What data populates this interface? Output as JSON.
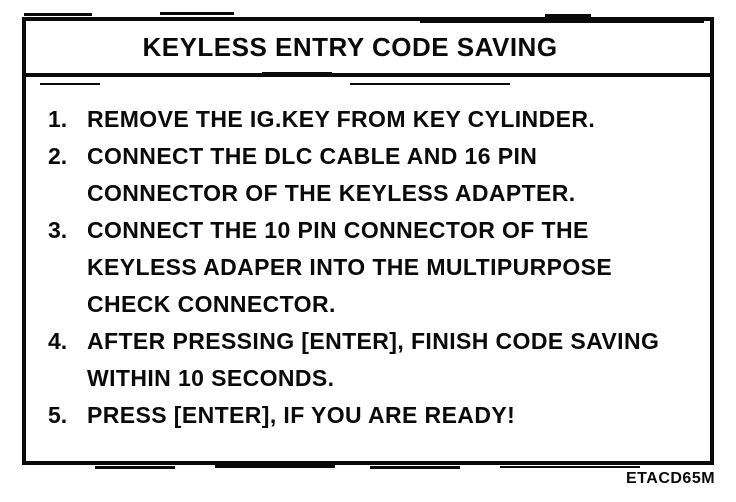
{
  "panel": {
    "title": "KEYLESS ENTRY CODE SAVING",
    "steps": [
      {
        "num": "1.",
        "lines": [
          "REMOVE THE IG.KEY FROM KEY CYLINDER."
        ]
      },
      {
        "num": "2.",
        "lines": [
          "CONNECT THE DLC CABLE AND 16 PIN",
          "CONNECTOR OF THE KEYLESS ADAPTER."
        ]
      },
      {
        "num": "3.",
        "lines": [
          "CONNECT THE 10 PIN CONNECTOR OF THE",
          "KEYLESS ADAPER INTO THE MULTIPURPOSE",
          "CHECK CONNECTOR."
        ]
      },
      {
        "num": "4.",
        "lines": [
          "AFTER PRESSING [ENTER], FINISH CODE SAVING",
          "WITHIN 10 SECONDS."
        ]
      },
      {
        "num": "5.",
        "lines": [
          "PRESS [ENTER], IF YOU ARE READY!"
        ]
      }
    ]
  },
  "figure_code": "ETACD65M",
  "colors": {
    "ink": "#0a0a0a",
    "paper": "#ffffff"
  }
}
